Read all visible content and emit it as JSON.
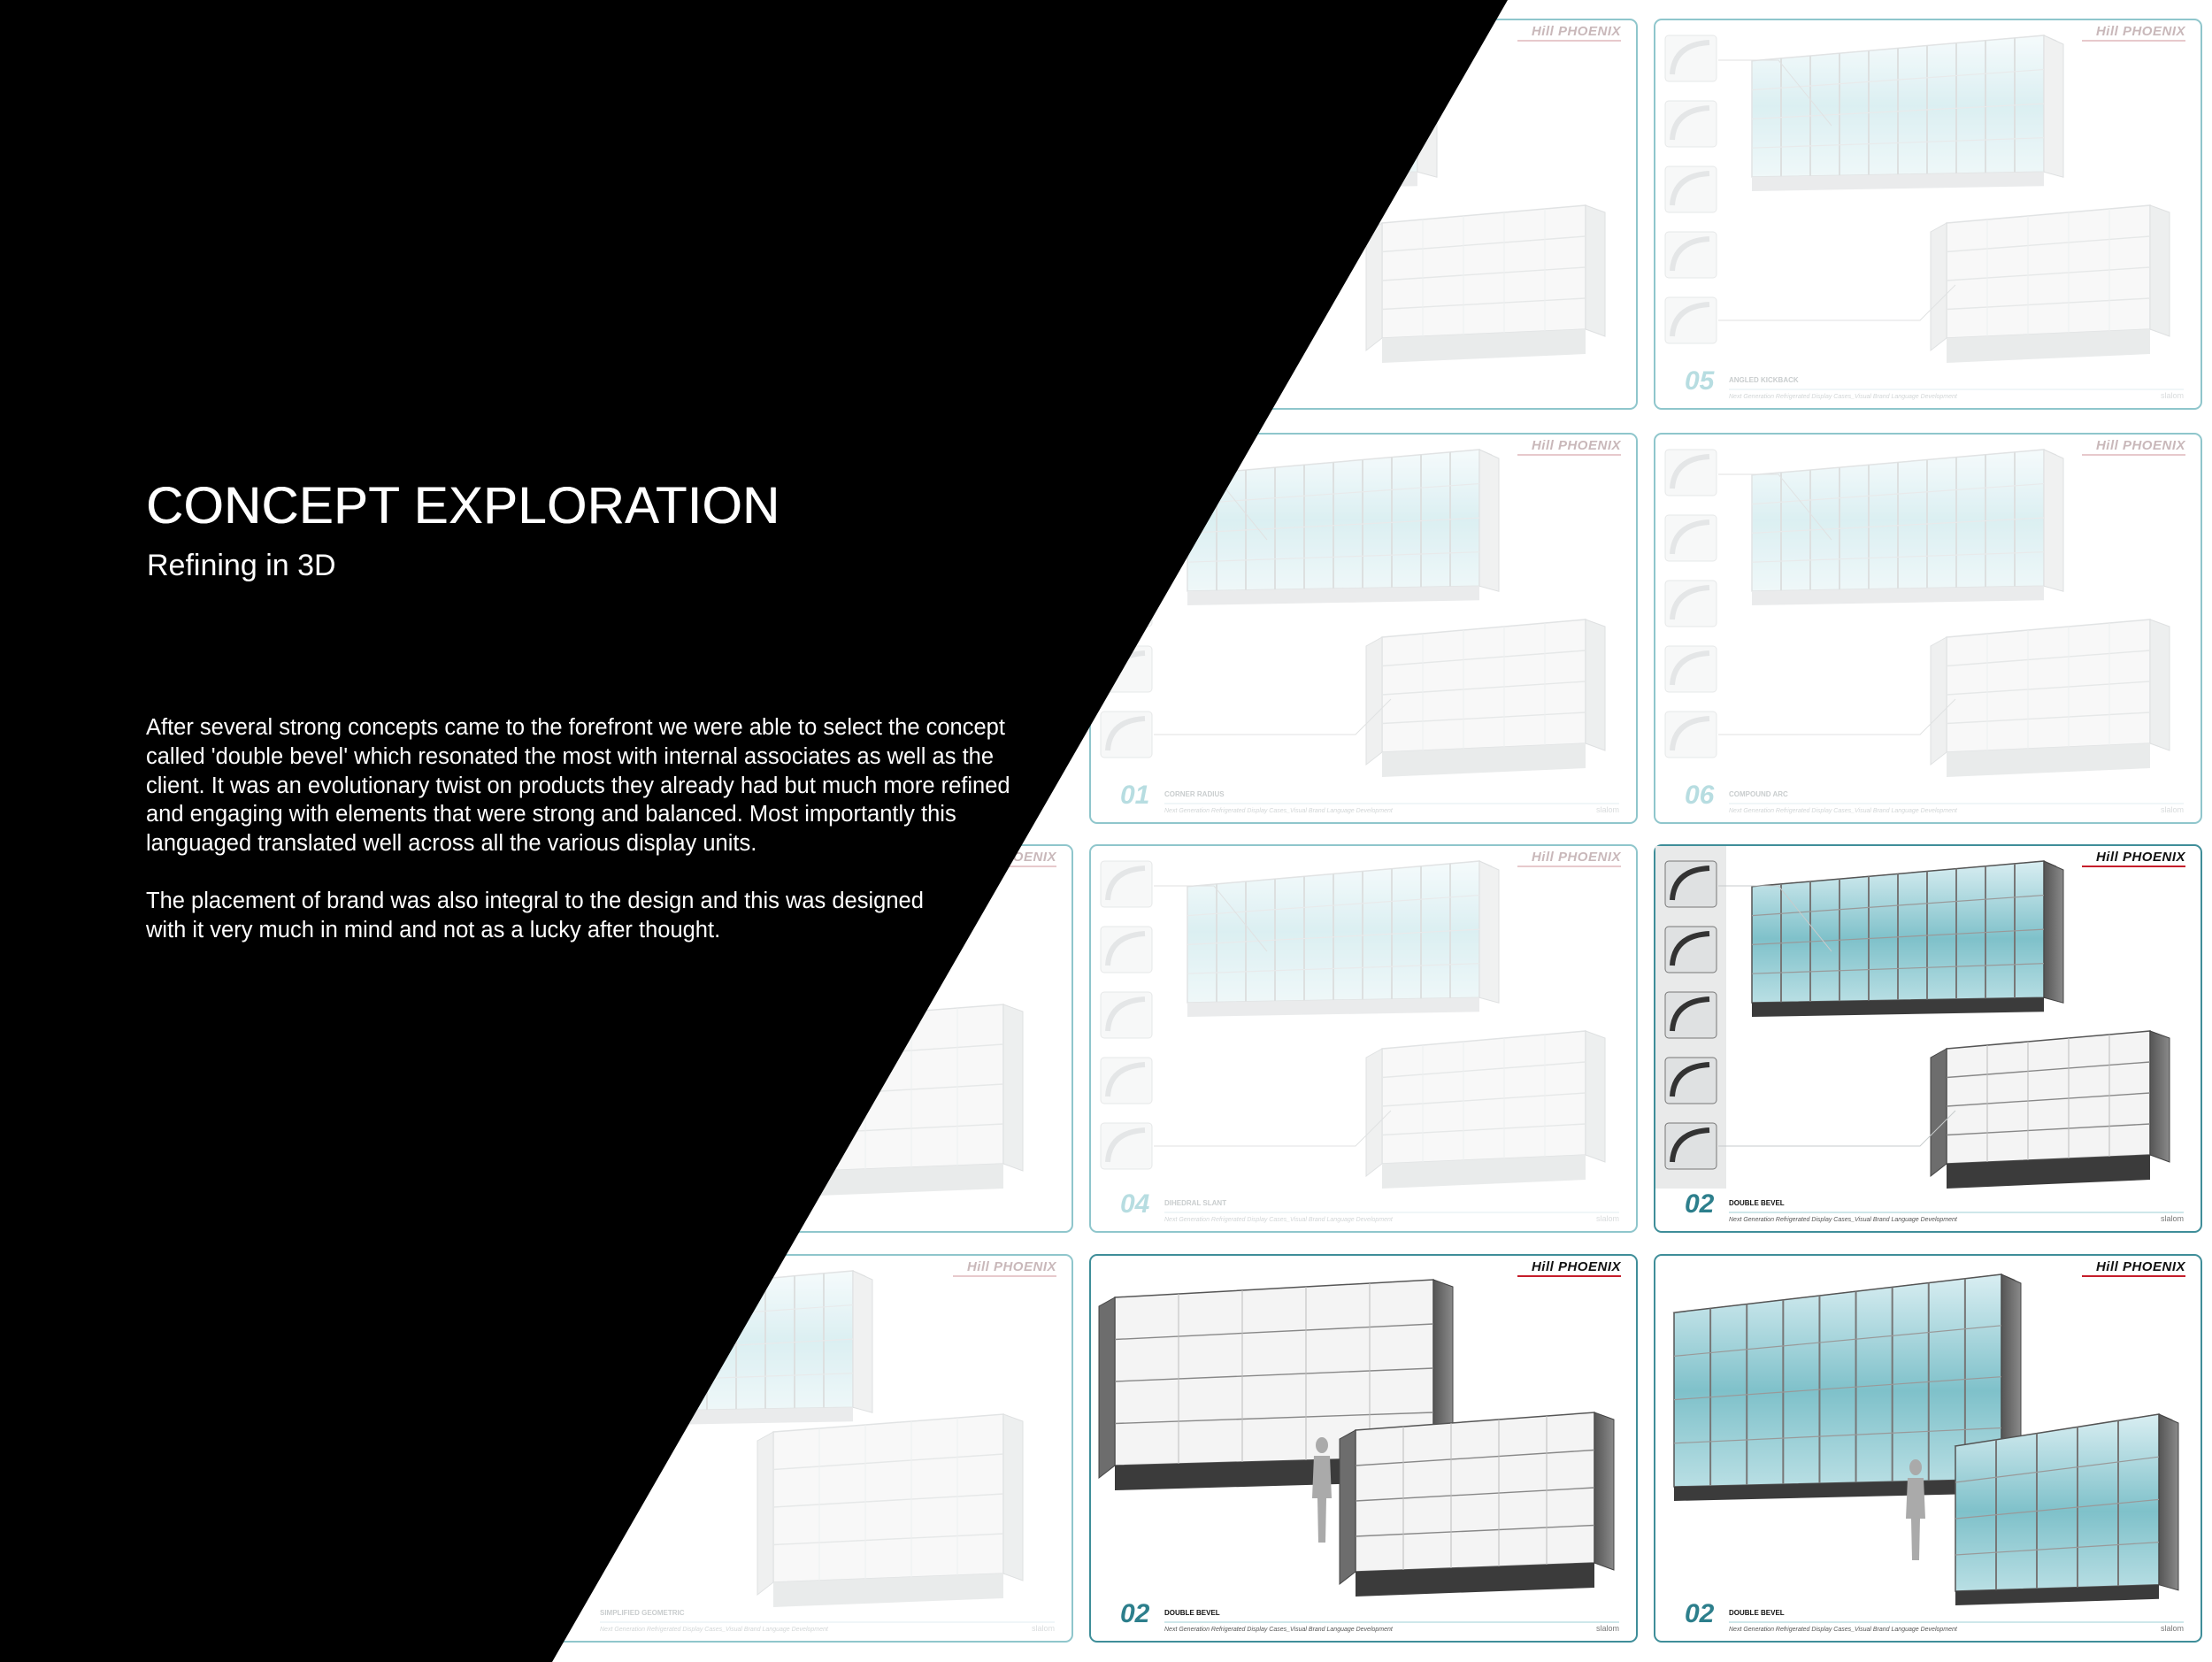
{
  "hero": {
    "title": "CONCEPT EXPLORATION",
    "subtitle": "Refining in 3D",
    "paragraph_1": [
      "After several strong concepts came to the forefront we were able to select the concept",
      "called 'double bevel' which resonated the most with internal associates as well as the",
      "client.  It was an evolutionary twist on products they already had but much more refined",
      "and engaging with elements that were strong and balanced.  Most importantly this",
      "languaged translated well across all the various display units."
    ],
    "paragraph_2": [
      "The placement of brand was also integral to the design and this was designed",
      "with it very much in mind and not as a lucky after thought."
    ]
  },
  "boards": [
    {
      "id": "b-r0c1",
      "logo": "Hill PHOENIX",
      "number": "",
      "label": "",
      "sub": "",
      "brand": "",
      "style": "faded-glass"
    },
    {
      "id": "b-r0c2",
      "logo": "Hill PHOENIX",
      "number": "05",
      "label": "ANGLED KICKBACK",
      "sub": "Next Generation Refrigerated Display Cases_Visual Brand Language Development",
      "brand": "slalom",
      "style": "faded-glass"
    },
    {
      "id": "b-r1c1",
      "logo": "Hill PHOENIX",
      "number": "01",
      "label": "CORNER RADIUS",
      "sub": "Next Generation Refrigerated Display Cases_Visual Brand Language Development",
      "brand": "slalom",
      "style": "faded-glass"
    },
    {
      "id": "b-r1c2",
      "logo": "Hill PHOENIX",
      "number": "06",
      "label": "COMPOUND ARC",
      "sub": "Next Generation Refrigerated Display Cases_Visual Brand Language Development",
      "brand": "slalom",
      "style": "faded-glass"
    },
    {
      "id": "b-r2c0",
      "logo": "Hill PHOENIX",
      "number": "",
      "label": "",
      "sub": "",
      "brand": "",
      "style": "faded-glass"
    },
    {
      "id": "b-r2c1",
      "logo": "Hill PHOENIX",
      "number": "04",
      "label": "DIHEDRAL SLANT",
      "sub": "Next Generation Refrigerated Display Cases_Visual Brand Language Development",
      "brand": "slalom",
      "style": "faded-glass"
    },
    {
      "id": "b-r2c2",
      "logo": "Hill PHOENIX",
      "number": "02",
      "label": "DOUBLE BEVEL",
      "sub": "Next Generation Refrigerated Display Cases_Visual Brand Language Development",
      "brand": "slalom",
      "style": "active-glass"
    },
    {
      "id": "b-r3c0",
      "logo": "Hill PHOENIX",
      "number": "",
      "label": "SIMPLIFIED GEOMETRIC",
      "sub": "Next Generation Refrigerated Display Cases_Visual Brand Language Development",
      "brand": "slalom",
      "style": "faded-glass"
    },
    {
      "id": "b-r3c1",
      "logo": "Hill PHOENIX",
      "number": "02",
      "label": "DOUBLE BEVEL",
      "sub": "Next Generation Refrigerated Display Cases_Visual Brand Language Development",
      "brand": "slalom",
      "style": "active-open"
    },
    {
      "id": "b-r3c2",
      "logo": "Hill PHOENIX",
      "number": "02",
      "label": "DOUBLE BEVEL",
      "sub": "Next Generation Refrigerated Display Cases_Visual Brand Language Development",
      "brand": "slalom",
      "style": "active-doors"
    }
  ],
  "colors": {
    "background": "#ffffff",
    "black_panel": "#000000",
    "text_on_black": "#ffffff",
    "board_frame": "#8fc6cc",
    "board_frame_active": "#3f8e99",
    "accent_teal": "#2d7f8c",
    "logo_red": "#c51d2a"
  }
}
